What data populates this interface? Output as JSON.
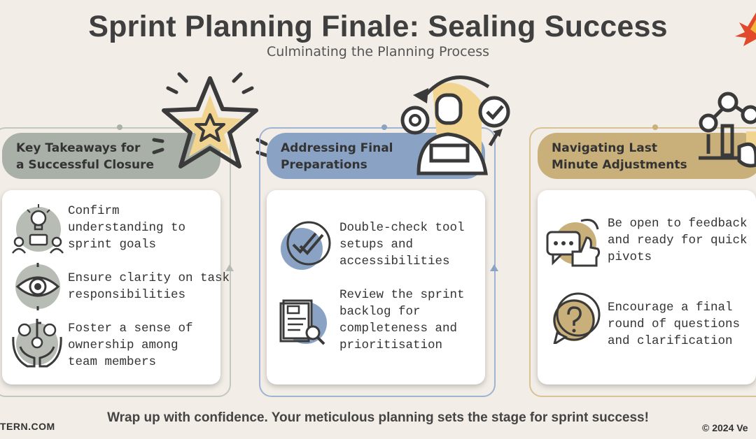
{
  "header": {
    "title": "Sprint Planning Finale: Sealing Success",
    "subtitle": "Culminating the Planning Process"
  },
  "colors": {
    "background": "#f2ede6",
    "section1_accent": "#a9b0a7",
    "section2_accent": "#8aa3c4",
    "section3_accent": "#c9b07a",
    "highlight_yellow": "#f0d490"
  },
  "sections": [
    {
      "title_lines": [
        "Key Takeaways for",
        "a Successful Closure"
      ],
      "header_icon": "star-icon",
      "items": [
        {
          "icon": "lightbulb-team-icon",
          "lines": [
            "Confirm",
            "understanding to",
            "sprint goals"
          ]
        },
        {
          "icon": "eye-icon",
          "lines": [
            "Ensure clarity on task",
            "responsibilities"
          ]
        },
        {
          "icon": "hands-key-gears-icon",
          "lines": [
            "Foster a sense of",
            "ownership among",
            "team members"
          ]
        }
      ]
    },
    {
      "title_lines": [
        "Addressing Final",
        "Preparations"
      ],
      "header_icon": "person-cycle-icon",
      "items": [
        {
          "icon": "double-check-icon",
          "lines": [
            "Double-check tool",
            "setups and",
            "accessibilities"
          ]
        },
        {
          "icon": "document-review-icon",
          "lines": [
            "Review the sprint",
            "backlog for",
            "completeness and",
            "prioritisation"
          ]
        }
      ]
    },
    {
      "title_lines": [
        "Navigating Last",
        "Minute Adjustments"
      ],
      "header_icon": "adjustment-chart-icon",
      "items": [
        {
          "icon": "feedback-thumbs-up-icon",
          "lines": [
            "Be open to feedback",
            "and ready for quick",
            "pivots"
          ]
        },
        {
          "icon": "question-bubble-icon",
          "lines": [
            "Encourage a final",
            "round of questions",
            "and clarification"
          ]
        }
      ]
    }
  ],
  "footer": {
    "tagline": "Wrap up with confidence. Your meticulous planning sets the stage for sprint success!",
    "left": "TERN.COM",
    "right": "© 2024 Ve"
  }
}
